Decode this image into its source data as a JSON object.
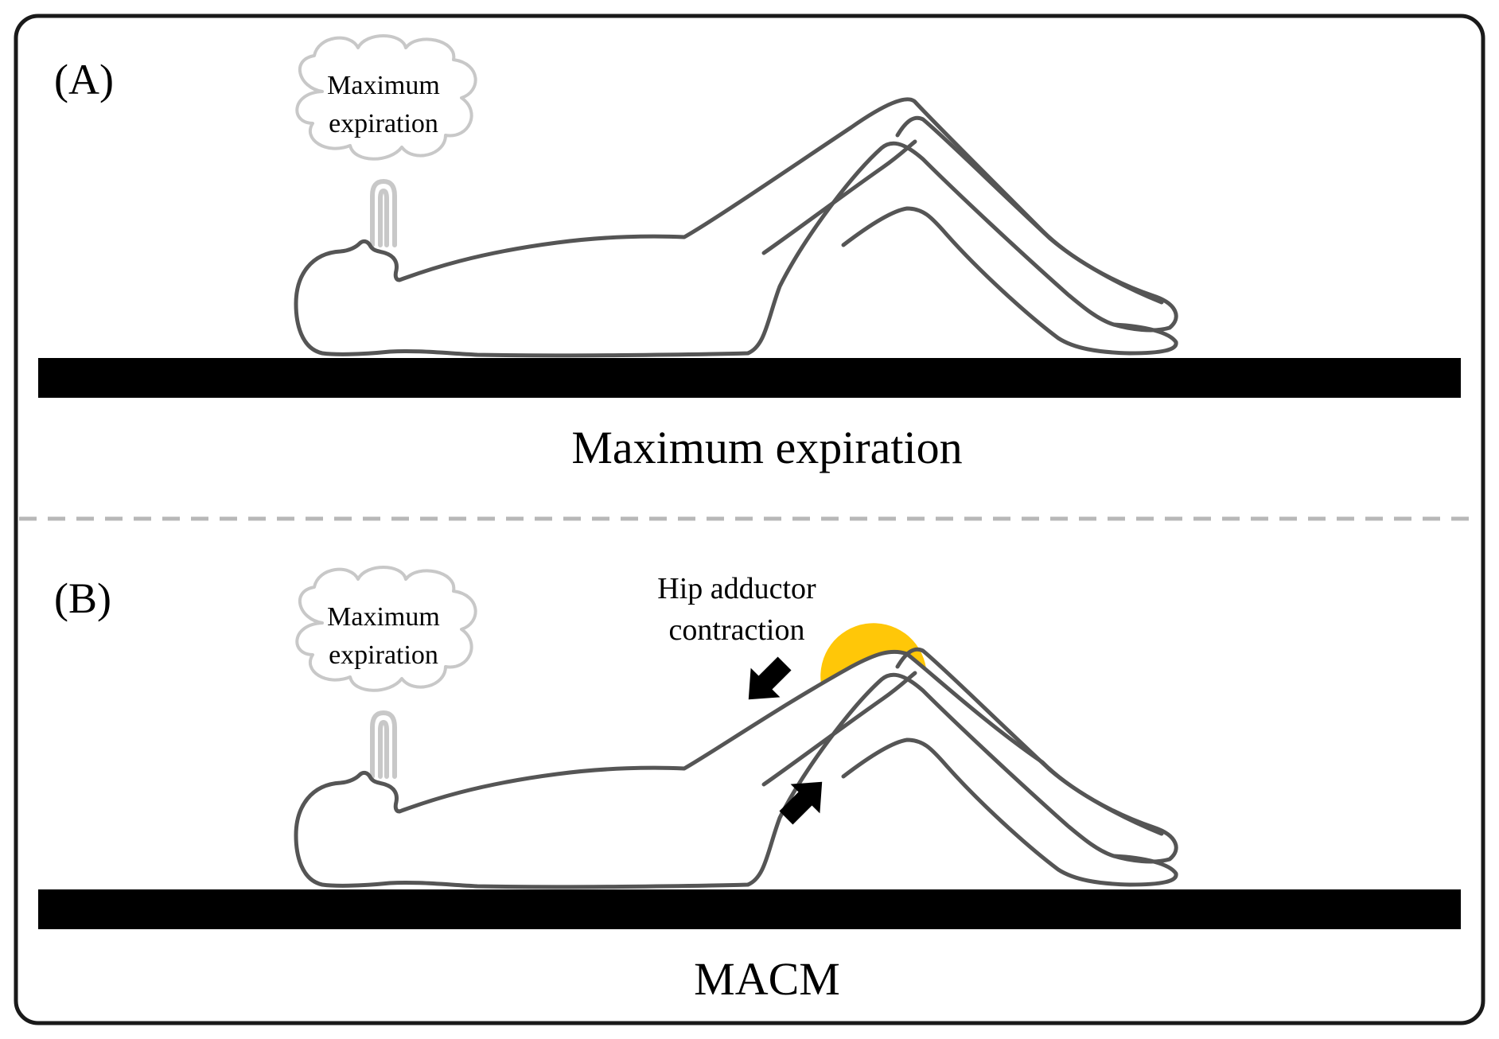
{
  "panels": [
    {
      "label": "(A)",
      "cloud_lines": [
        "Maximum",
        "expiration"
      ],
      "caption": "Maximum expiration"
    },
    {
      "label": "(B)",
      "cloud_lines": [
        "Maximum",
        "expiration"
      ],
      "caption": "MACM",
      "annotation_lines": [
        "Hip adductor",
        "contraction"
      ],
      "ball_color": "#FFC708"
    }
  ],
  "colors": {
    "frame": "#1a1a1a",
    "outline": "#555555",
    "cloud": "#c8c8c8",
    "mat": "#000000",
    "divider": "#b8b8b8"
  }
}
